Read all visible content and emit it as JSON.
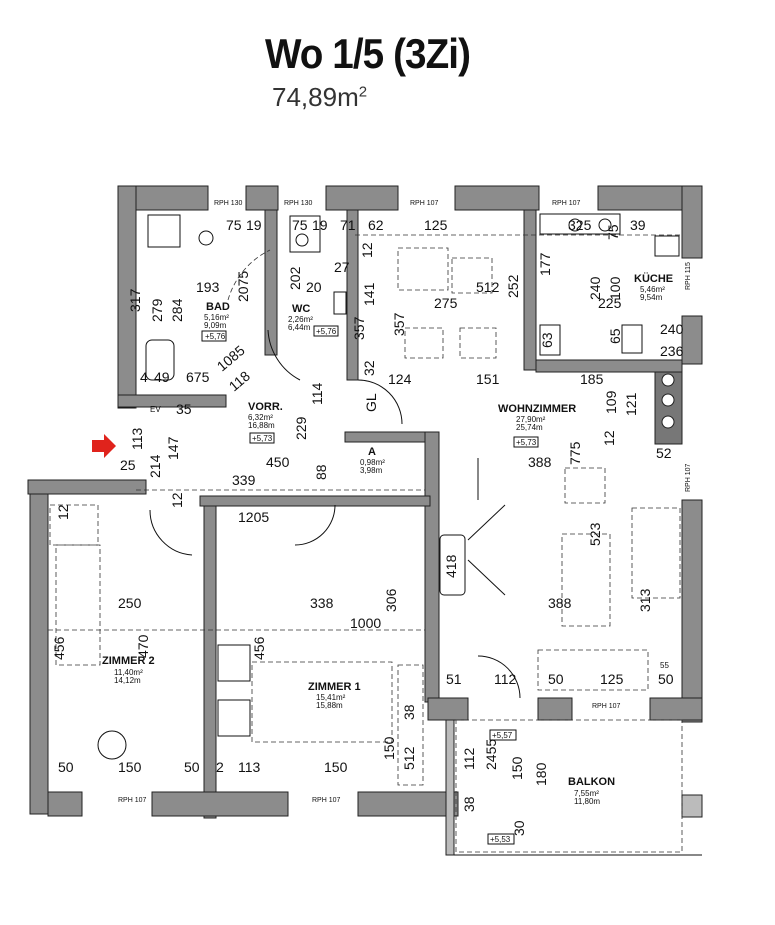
{
  "header": {
    "title": "Wo 1/5 (3Zi)",
    "area_value": "74,89m",
    "area_sup": "2"
  },
  "rooms": {
    "bad": {
      "name": "BAD",
      "a1": "5,16m²",
      "a2": "9,09m"
    },
    "wc": {
      "name": "WC",
      "a1": "2,26m²",
      "a2": "6,44m"
    },
    "vorr": {
      "name": "VORR.",
      "a1": "6,32m²",
      "a2": "16,88m"
    },
    "abst": {
      "name": "A",
      "a1": "0,98m²",
      "a2": "3,98m"
    },
    "wohn": {
      "name": "WOHNZIMMER",
      "a1": "27,90m²",
      "a2": "25,74m"
    },
    "kueche": {
      "name": "KÜCHE",
      "a1": "5,46m²",
      "a2": "9,54m"
    },
    "zimmer2": {
      "name": "ZIMMER 2",
      "a1": "11,40m²",
      "a2": "14,12m"
    },
    "zimmer1": {
      "name": "ZIMMER 1",
      "a1": "15,41m²",
      "a2": "15,88m"
    },
    "balkon": {
      "name": "BALKON",
      "a1": "7,55m²",
      "a2": "11,80m"
    }
  },
  "levels": {
    "bad": "+5,76",
    "wc": "+5,76",
    "vorr": "+5,73",
    "wohn": "+5,73",
    "balkon1": "+5,57",
    "balkon2": "+5,53"
  },
  "windows": {
    "bad": "RPH 130",
    "wc": "RPH 130",
    "wohn_top": "RPH 107",
    "kueche_top": "RPH 107",
    "kueche_side": "RPH 115",
    "wohn_side": "RPH 107",
    "wohn_bottom": "RPH 107",
    "z2": "RPH 107",
    "z1": "RPH 107"
  },
  "dims": {
    "d1": "75",
    "d2": "19",
    "d3": "75",
    "d4": "19",
    "d5": "71",
    "d6": "62",
    "d7": "125",
    "d8": "193",
    "d9": "2075",
    "d10": "202",
    "d11": "20",
    "d12": "27",
    "d13": "279",
    "d14": "284",
    "d15": "1085",
    "d16": "675",
    "d17": "4",
    "d18": "49",
    "d19": "118",
    "d20": "357",
    "d21": "275",
    "d22": "512",
    "d23": "252",
    "d24": "357",
    "d25": "141",
    "d26": "124",
    "d27": "151",
    "d28": "185",
    "d29": "229",
    "d30": "450",
    "d31": "339",
    "d32": "88",
    "d33": "114",
    "d34": "214",
    "d35": "113",
    "d36": "147",
    "d37": "25",
    "d38": "388",
    "d39": "775",
    "d40": "109",
    "d41": "121",
    "d42": "52",
    "d43": "177",
    "d44": "240",
    "d45": "225",
    "d46": "100",
    "d47": "39",
    "d48": "240",
    "d49": "236",
    "d50": "65",
    "d51": "63",
    "d52": "1205",
    "d53": "12",
    "d54": "250",
    "d55": "338",
    "d56": "306",
    "d57": "1000",
    "d58": "418",
    "d59": "523",
    "d60": "388",
    "d61": "313",
    "d62": "456",
    "d63": "470",
    "d64": "456",
    "d65": "51",
    "d66": "112",
    "d67": "50",
    "d68": "125",
    "d69": "50",
    "d70": "38",
    "d71": "150",
    "d72": "512",
    "d73": "50",
    "d74": "150",
    "d75": "50",
    "d76": "2",
    "d77": "113",
    "d78": "150",
    "d79": "112",
    "d80": "2455",
    "d81": "150",
    "d82": "180",
    "d83": "38",
    "d84": "30",
    "d85": "325",
    "d86": "75",
    "d87": "32",
    "d88": "35",
    "d89": "12",
    "d90": "55",
    "d91": "12",
    "d92": "12",
    "d93": "317",
    "d94": "GL",
    "d95": "EV"
  },
  "colors": {
    "wall": "#8c8c8c",
    "arrow": "#e0231c"
  }
}
